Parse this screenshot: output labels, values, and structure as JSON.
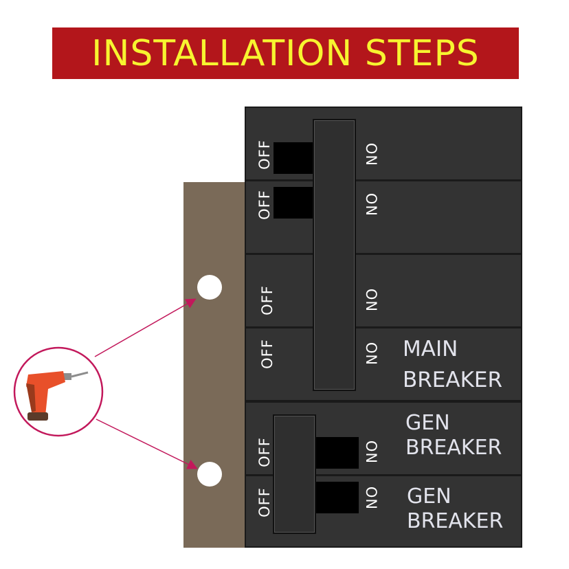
{
  "title": "INSTALLATION STEPS",
  "labels": {
    "off": "OFF",
    "on": "ON"
  },
  "main_breaker": {
    "line1": "MAIN",
    "line2": "BREAKER"
  },
  "gen_breaker_1": {
    "line1": "GEN",
    "line2": "BREAKER"
  },
  "gen_breaker_2": {
    "line1": "GEN",
    "line2": "BREAKER"
  },
  "colors": {
    "banner": "#b3161b",
    "banner_text": "#f7f430",
    "panel": "#333333",
    "plate": "#7a6a58",
    "drill": "#e8502a",
    "arrow": "#c2185b"
  },
  "icons": [
    "drill-icon",
    "arrow-icon"
  ]
}
